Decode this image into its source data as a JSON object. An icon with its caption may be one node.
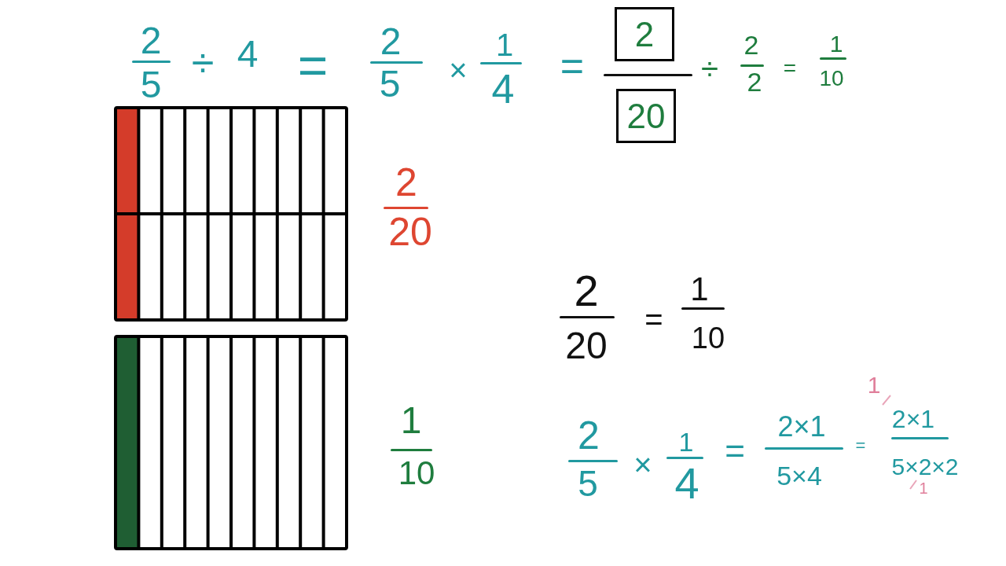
{
  "diagram": {
    "nodes": [
      {
        "text": [
          "2"
        ]
      },
      {
        "text": [
          "20"
        ]
      }
    ],
    "labels": [
      "2",
      "5",
      "÷",
      "4",
      "=",
      "2",
      "5",
      "×",
      "1",
      "4",
      "=",
      "÷",
      "2",
      "2",
      "=",
      "1",
      "10",
      "2",
      "20",
      "2",
      "20",
      "=",
      "1",
      "10",
      "1",
      "10",
      "2",
      "5",
      "×",
      "1",
      "4",
      "=",
      "2×1",
      "5×4",
      "=",
      "1",
      "2×1",
      "5×2×2",
      "1"
    ]
  }
}
